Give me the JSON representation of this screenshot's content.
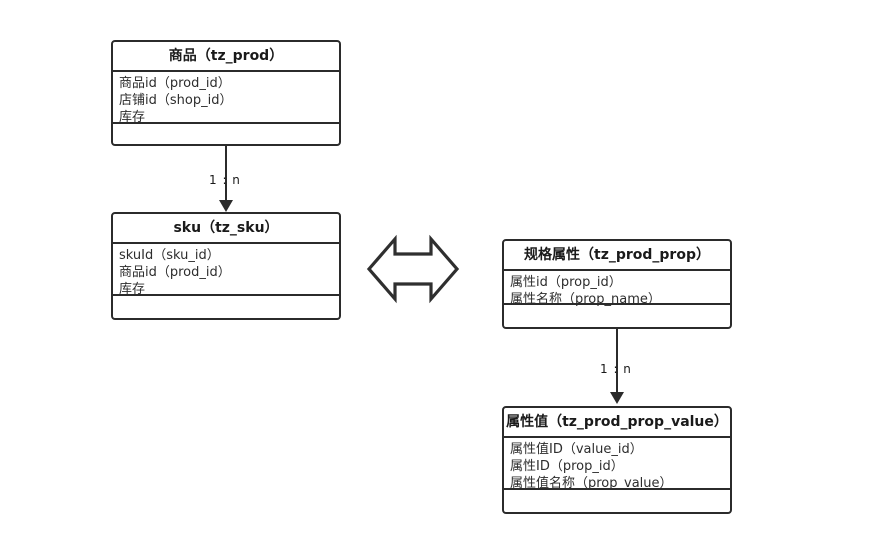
{
  "diagram": {
    "type": "er-uml-class-diagram",
    "background_color": "#ffffff",
    "stroke_color": "#2b2b2b",
    "text_color": "#2d2d2d",
    "entities": [
      {
        "id": "tz_prod",
        "title": "商品（tz_prod）",
        "fields": [
          "商品id（prod_id）",
          "店铺id（shop_id）",
          "库存"
        ],
        "methods": []
      },
      {
        "id": "tz_sku",
        "title": "sku（tz_sku）",
        "fields": [
          "skuId（sku_id）",
          "商品id（prod_id）",
          "库存"
        ],
        "methods": []
      },
      {
        "id": "tz_prod_prop",
        "title": "规格属性（tz_prod_prop）",
        "fields": [
          "属性id（prop_id）",
          "属性名称（prop_name）"
        ],
        "methods": []
      },
      {
        "id": "tz_prod_prop_value",
        "title": "属性值（tz_prod_prop_value）",
        "fields": [
          "属性值ID（value_id）",
          "属性ID（prop_id）",
          "属性值名称（prop_value）"
        ],
        "methods": []
      }
    ],
    "connectors": [
      {
        "id": "prod-to-sku",
        "from": "tz_prod",
        "to": "tz_sku",
        "label": "1 : n",
        "arrow": "filled-triangle-down"
      },
      {
        "id": "prop-to-propvalue",
        "from": "tz_prod_prop",
        "to": "tz_prod_prop_value",
        "label": "1 : n",
        "arrow": "filled-triangle-down"
      }
    ],
    "symbols": [
      {
        "id": "double-headed-arrow",
        "glyph": "left-right-arrow-outline",
        "meaning": "relates-to"
      }
    ]
  }
}
